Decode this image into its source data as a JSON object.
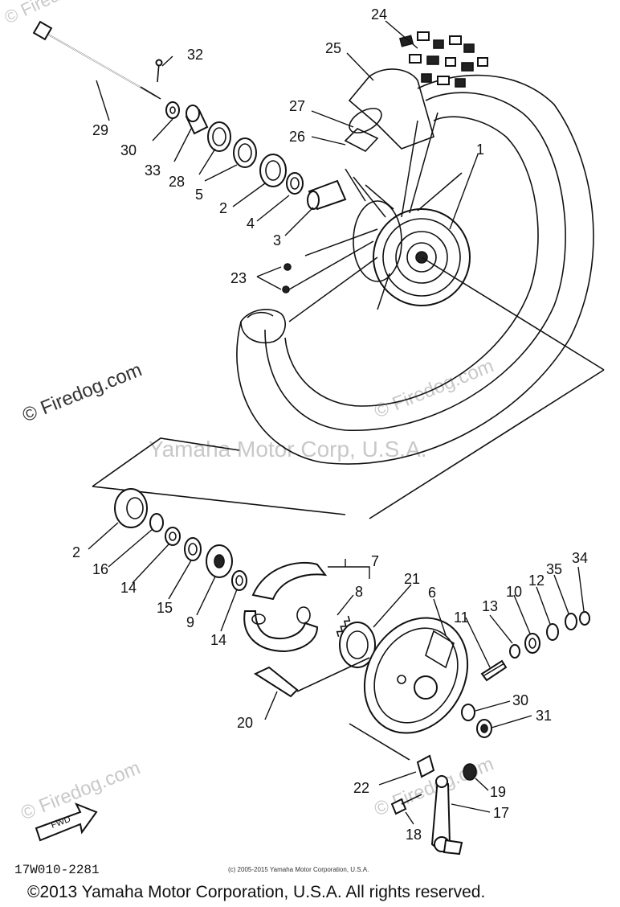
{
  "watermarks": {
    "firedog_top": "© Firedog.com",
    "firedog_left": "© Firedog.com",
    "firedog_mid": "© Firedog.com",
    "firedog_bottom_left": "© Firedog.com",
    "firedog_bottom_right": "© Firedog.com",
    "yamaha_center": "Yamaha Motor Corp, U.S.A."
  },
  "labels": {
    "p24": "24",
    "p25": "25",
    "p32": "32",
    "p29": "29",
    "p27": "27",
    "p26": "26",
    "p1": "1",
    "p30a": "30",
    "p33": "33",
    "p28": "28",
    "p5": "5",
    "p2a": "2",
    "p4": "4",
    "p3": "3",
    "p23": "23",
    "p2b": "2",
    "p16": "16",
    "p14a": "14",
    "p15": "15",
    "p9": "9",
    "p14b": "14",
    "p7": "7",
    "p8": "8",
    "p21": "21",
    "p6": "6",
    "p11": "11",
    "p13": "13",
    "p10": "10",
    "p12": "12",
    "p35": "35",
    "p34": "34",
    "p20": "20",
    "p30b": "30",
    "p31": "31",
    "p22": "22",
    "p19": "19",
    "p17": "17",
    "p18": "18"
  },
  "fwd_arrow": "FWD",
  "diagram_code": "17W010-2281",
  "small_copyright": "(c) 2005-2015 Yamaha Motor Corporation, U.S.A.",
  "footer_copyright": "©2013 Yamaha Motor Corporation, U.S.A. All rights reserved."
}
